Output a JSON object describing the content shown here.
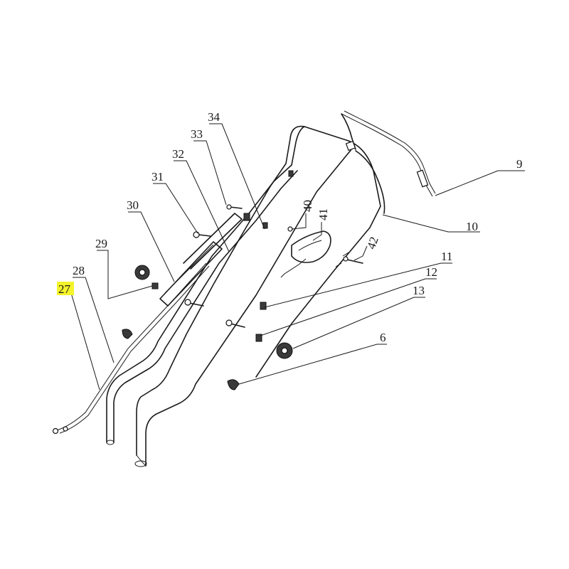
{
  "diagram": {
    "highlight_color": "#f4f42a",
    "line_color": "#1a1a1a",
    "highlighted_callout": "27",
    "callouts": [
      {
        "id": "c27",
        "label": "27"
      },
      {
        "id": "c28",
        "label": "28"
      },
      {
        "id": "c29",
        "label": "29"
      },
      {
        "id": "c30",
        "label": "30"
      },
      {
        "id": "c31",
        "label": "31"
      },
      {
        "id": "c32",
        "label": "32"
      },
      {
        "id": "c33",
        "label": "33"
      },
      {
        "id": "c34",
        "label": "34"
      },
      {
        "id": "c40",
        "label": "40"
      },
      {
        "id": "c41",
        "label": "41"
      },
      {
        "id": "c42",
        "label": "42"
      },
      {
        "id": "c10",
        "label": "10"
      },
      {
        "id": "c9",
        "label": "9"
      },
      {
        "id": "c11",
        "label": "11"
      },
      {
        "id": "c12",
        "label": "12"
      },
      {
        "id": "c13",
        "label": "13"
      },
      {
        "id": "c6",
        "label": "6"
      }
    ]
  }
}
